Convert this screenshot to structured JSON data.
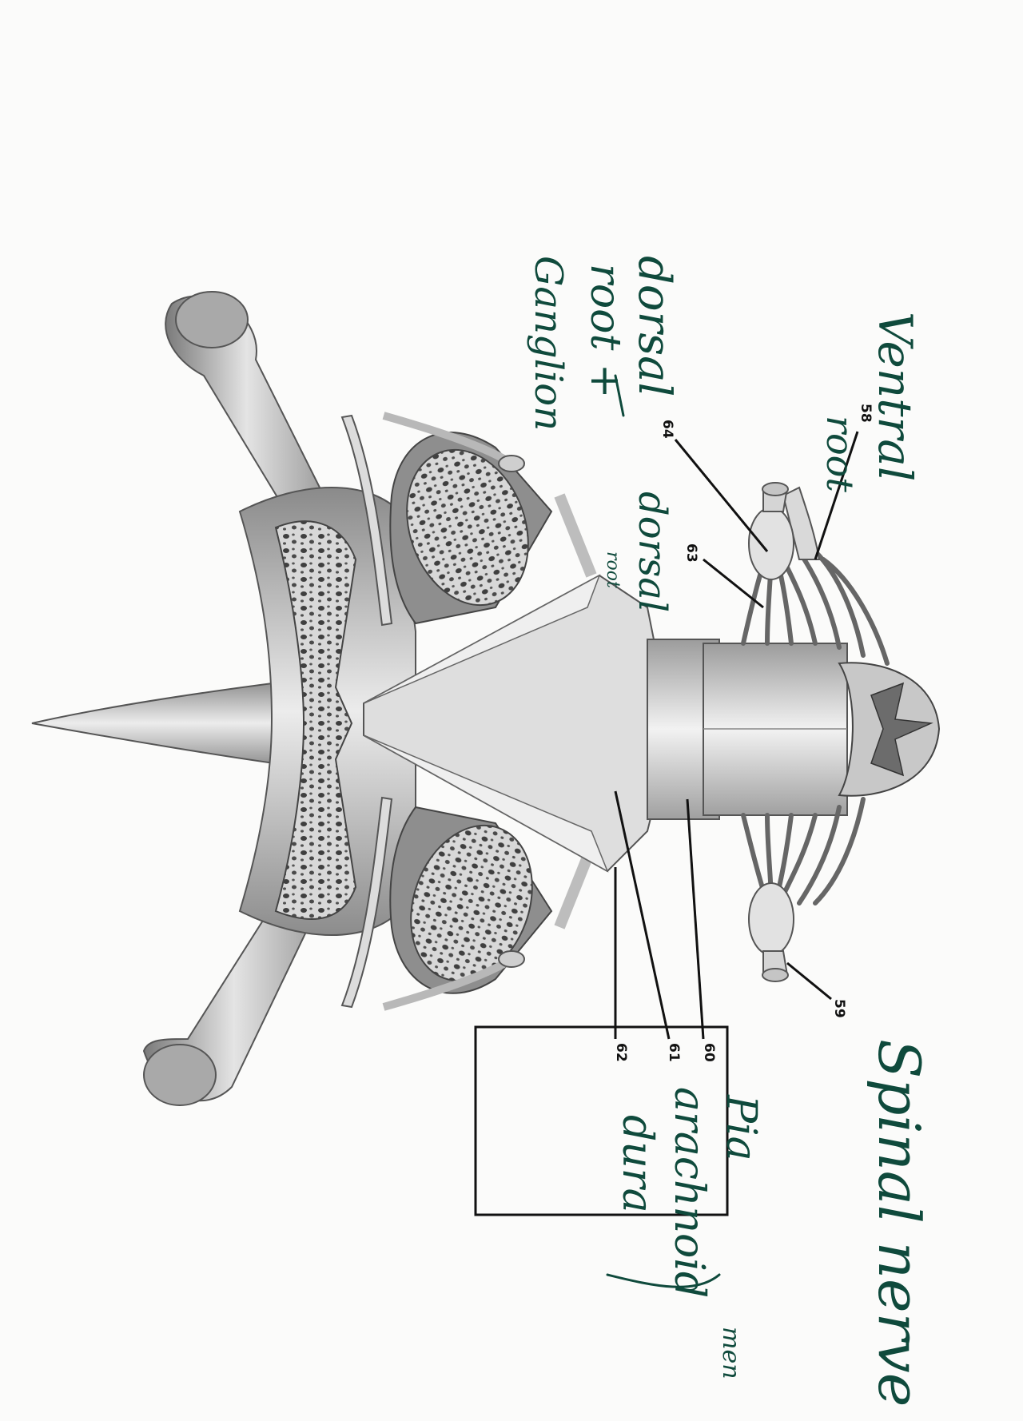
{
  "numbers": {
    "n58": "58",
    "n59": "59",
    "n60": "60",
    "n61": "61",
    "n62": "62",
    "n63": "63",
    "n64": "64"
  },
  "handwriting": {
    "ventral_root": [
      "Ventral",
      "root"
    ],
    "dorsal_root_ganglion": [
      "dorsal",
      "root +",
      "Ganglion"
    ],
    "dorsal_root": [
      "dorsal",
      "root"
    ],
    "spinal_nerve": "Spinal nerve",
    "pia": "Pia",
    "arachnoid": "arachnoid",
    "dura": "dura",
    "meninges": "men"
  },
  "colors": {
    "ink": "#0f4a3c",
    "bone_dark": "#6e6e6e",
    "bone_light": "#e6e6e6"
  }
}
